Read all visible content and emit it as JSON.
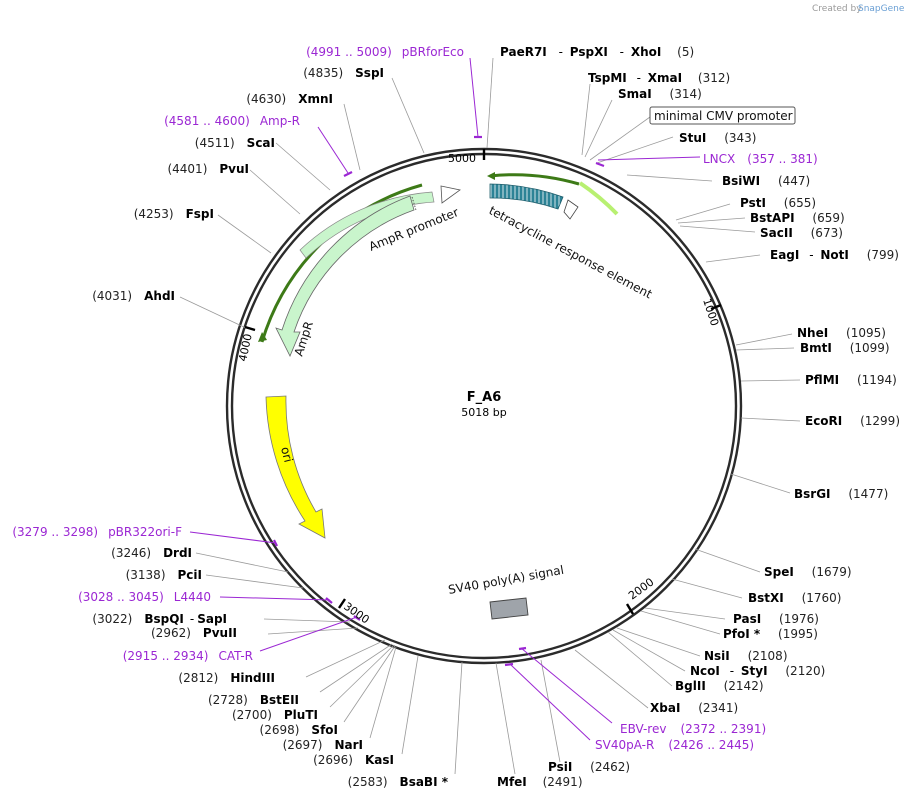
{
  "credit": {
    "prefix": "Created by",
    "brand": "SnapGene"
  },
  "plasmid": {
    "name": "F_A6",
    "length_label": "5018 bp",
    "length": 5018
  },
  "ticks": [
    "5000",
    "1000",
    "2000",
    "3000",
    "4000"
  ],
  "features": {
    "tre": "tetracycline response element",
    "ampr_promoter": "AmpR promoter",
    "ampr": "AmpR",
    "ori": "ori",
    "sv40pa": "SV40 poly(A) signal",
    "cmv": "minimal CMV promoter"
  },
  "right_labels": [
    {
      "name": "PaeR7I",
      "sep1": "-",
      "name2": "PspXI",
      "sep2": "-",
      "name3": "XhoI",
      "pos": "(5)"
    },
    {
      "name": "TspMI",
      "sep1": "-",
      "name2": "XmaI",
      "pos": "(312)"
    },
    {
      "name": "SmaI",
      "pos": "(314)"
    },
    {
      "name": "StuI",
      "pos": "(343)"
    },
    {
      "name": "BsiWI",
      "pos": "(447)"
    },
    {
      "name": "PstI",
      "pos": "(655)"
    },
    {
      "name": "BstAPI",
      "pos": "(659)"
    },
    {
      "name": "SacII",
      "pos": "(673)"
    },
    {
      "name": "EagI",
      "sep1": "-",
      "name2": "NotI",
      "pos": "(799)"
    },
    {
      "name": "NheI",
      "pos": "(1095)"
    },
    {
      "name": "BmtI",
      "pos": "(1099)"
    },
    {
      "name": "PflMI",
      "pos": "(1194)"
    },
    {
      "name": "EcoRI",
      "pos": "(1299)"
    },
    {
      "name": "BsrGI",
      "pos": "(1477)"
    },
    {
      "name": "SpeI",
      "pos": "(1679)"
    },
    {
      "name": "BstXI",
      "pos": "(1760)"
    },
    {
      "name": "PasI",
      "pos": "(1976)"
    },
    {
      "name": "PfoI *",
      "pos": "(1995)"
    },
    {
      "name": "NsiI",
      "pos": "(2108)"
    },
    {
      "name": "NcoI",
      "sep1": "-",
      "name2": "StyI",
      "pos": "(2120)"
    },
    {
      "name": "BglII",
      "pos": "(2142)"
    },
    {
      "name": "XbaI",
      "pos": "(2341)"
    },
    {
      "name": "PsiI",
      "pos": "(2462)"
    }
  ],
  "left_labels": [
    {
      "name": "SspI",
      "pos": "(4835)"
    },
    {
      "name": "XmnI",
      "pos": "(4630)"
    },
    {
      "name": "ScaI",
      "pos": "(4511)"
    },
    {
      "name": "PvuI",
      "pos": "(4401)"
    },
    {
      "name": "FspI",
      "pos": "(4253)"
    },
    {
      "name": "AhdI",
      "pos": "(4031)"
    },
    {
      "name": "DrdI",
      "pos": "(3246)"
    },
    {
      "name": "PciI",
      "pos": "(3138)"
    },
    {
      "name": "BspQI",
      "sep1": "-",
      "name2": "SapI",
      "pos": "(3022)"
    },
    {
      "name": "PvuII",
      "pos": "(2962)"
    },
    {
      "name": "HindIII",
      "pos": "(2812)"
    },
    {
      "name": "BstEII",
      "pos": "(2728)"
    },
    {
      "name": "PluTI",
      "pos": "(2700)"
    },
    {
      "name": "SfoI",
      "pos": "(2698)"
    },
    {
      "name": "NarI",
      "pos": "(2697)"
    },
    {
      "name": "KasI",
      "pos": "(2696)"
    },
    {
      "name": "BsaBI *",
      "pos": "(2583)"
    },
    {
      "name": "MfeI",
      "pos": "(2491)"
    }
  ],
  "primers": [
    {
      "name": "pBRforEco",
      "range": "(4991 .. 5009)"
    },
    {
      "name": "LNCX",
      "range": "(357 .. 381)"
    },
    {
      "name": "Amp-R",
      "range": "(4581 .. 4600)"
    },
    {
      "name": "pBR322ori-F",
      "range": "(3279 .. 3298)"
    },
    {
      "name": "L4440",
      "range": "(3028 .. 3045)"
    },
    {
      "name": "CAT-R",
      "range": "(2915 .. 2934)"
    },
    {
      "name": "EBV-rev",
      "range": "(2372 .. 2391)"
    },
    {
      "name": "SV40pA-R",
      "range": "(2426 .. 2445)"
    }
  ],
  "colors": {
    "primer": "#9b27d3",
    "ampr": "#c9f5cc",
    "ori": "#ffff00",
    "tre": "#2d8396",
    "sv40": "#9fa4aa",
    "backbone": "#2b2b2b"
  }
}
